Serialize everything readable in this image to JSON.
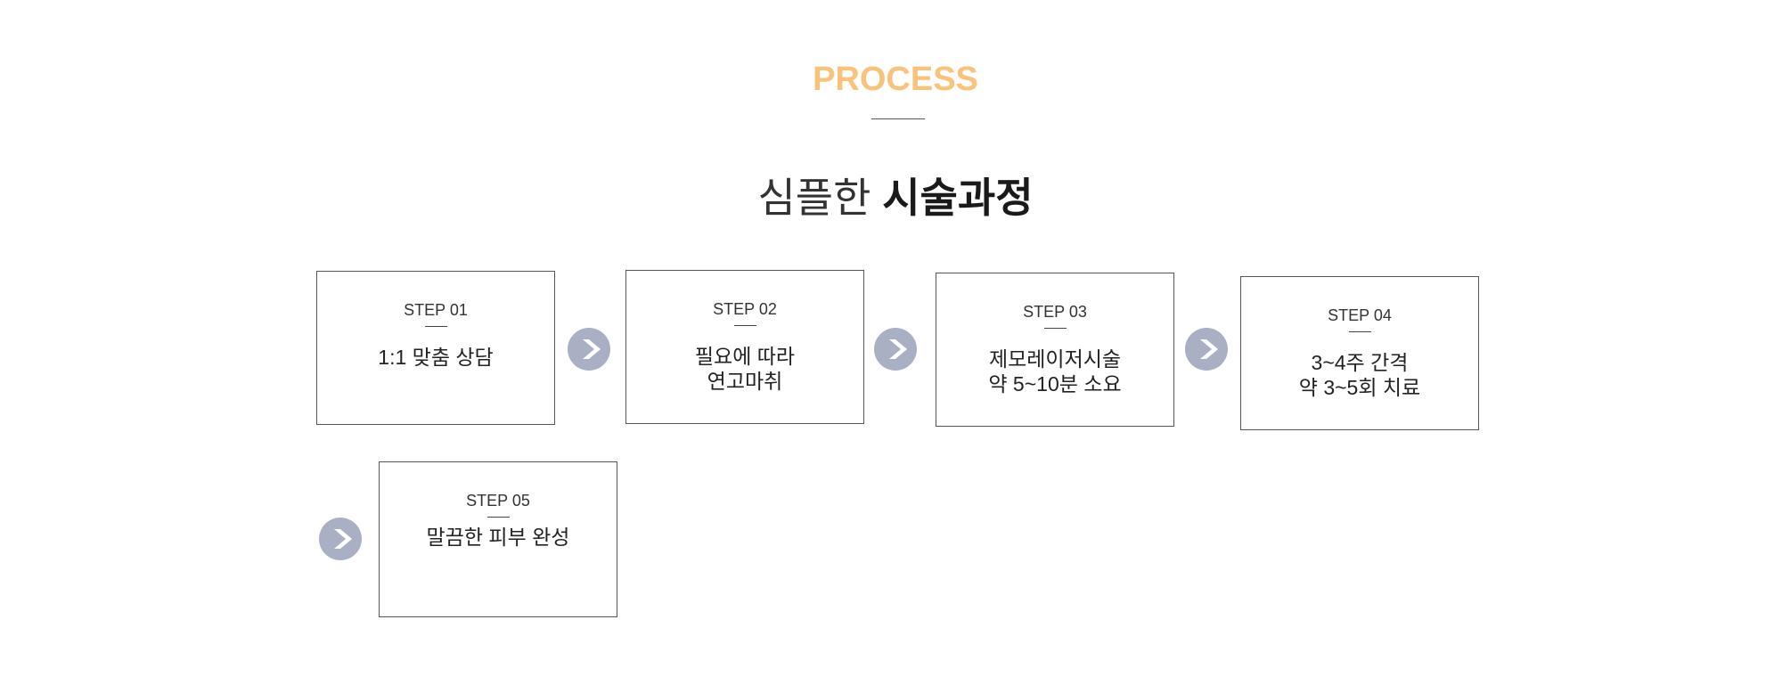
{
  "section": {
    "label": "PROCESS",
    "headline_light": "심플한",
    "headline_bold": "시술과정"
  },
  "steps": [
    {
      "label": "STEP 01",
      "text": "1:1 맞춤 상담"
    },
    {
      "label": "STEP 02",
      "text": "필요에 따라\n연고마취"
    },
    {
      "label": "STEP 03",
      "text": "제모레이저시술\n약 5~10분 소요"
    },
    {
      "label": "STEP 04",
      "text": "3~4주 간격\n약 3~5회 치료"
    },
    {
      "label": "STEP 05",
      "text": "말끔한 피부 완성"
    }
  ],
  "icons": {
    "arrow": "chevron-right-circle-icon"
  },
  "colors": {
    "accent": "#fbc27c",
    "arrow_bg": "#a9b0c4",
    "border": "#555555",
    "text": "#222222"
  }
}
